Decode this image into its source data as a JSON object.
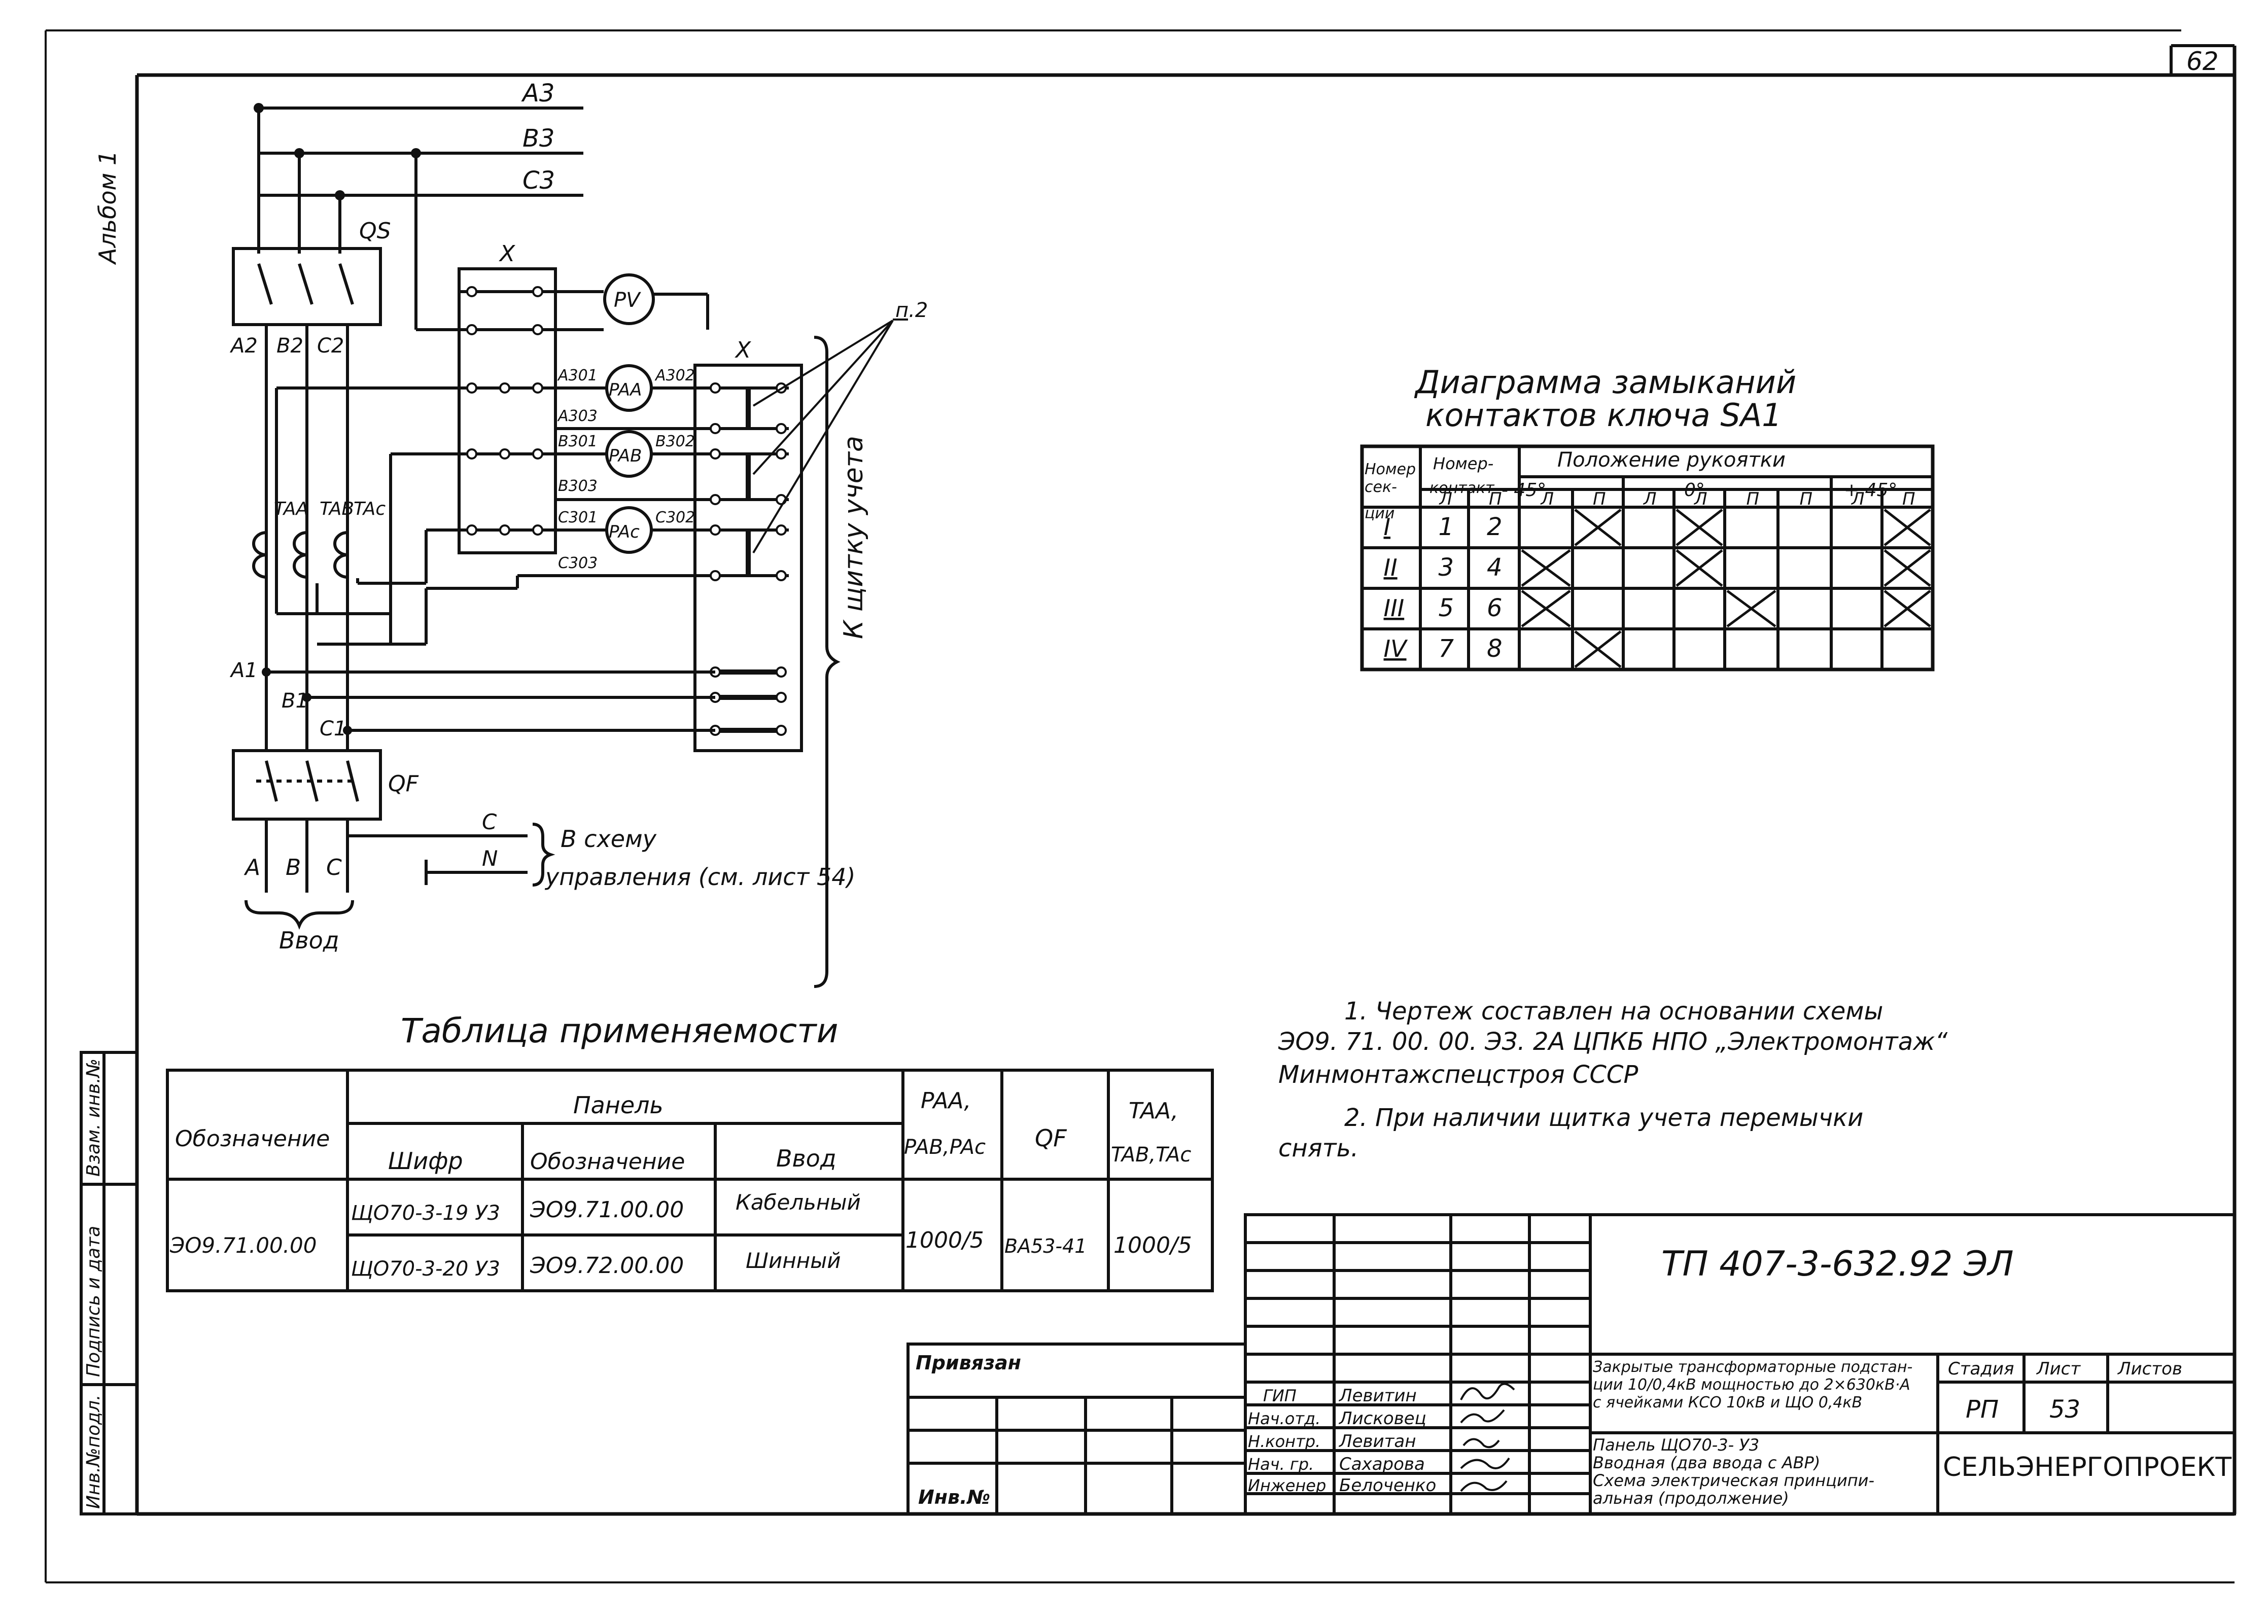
{
  "sheet_number": "62",
  "album_label": "Альбом 1",
  "diagram_labels": {
    "bus_a": "A3",
    "bus_b": "B3",
    "bus_c": "C3",
    "switch_qs": "QS",
    "qs_a": "A2",
    "qs_b": "B2",
    "qs_c": "C2",
    "terminal_x1": "X",
    "terminal_x2": "X",
    "voltmeter": "PV",
    "ammeter_a": "PAA",
    "ammeter_b": "PAB",
    "ammeter_c": "PAc",
    "ta_a": "TAA",
    "ta_b": "TAB",
    "ta_c": "TAc",
    "w_a301": "A301",
    "w_a302": "A302",
    "w_a303": "A303",
    "w_b301": "B301",
    "w_b302": "B302",
    "w_b303": "B303",
    "w_c301": "C301",
    "w_c302": "C302",
    "w_c303": "C303",
    "ref_p2": "п.2",
    "metering_panel": "К щитку учета",
    "node_a1": "A1",
    "node_b1": "B1",
    "node_c1": "C1",
    "breaker_qf": "QF",
    "in_a": "A",
    "in_b": "B",
    "in_c": "C",
    "input": "Ввод",
    "line_c": "C",
    "line_n": "N",
    "to_control_1": "В схему",
    "to_control_2": "управления (см. лист 54)"
  },
  "contact_diagram": {
    "title_line1": "Диаграмма  замыканий",
    "title_line2": "контактов  ключа  SA1",
    "hdr_section": [
      "Номер",
      "сек-",
      "ции"
    ],
    "hdr_contact": [
      "Номер-",
      "контакт"
    ],
    "hdr_position": "Положение  рукоятки",
    "positions": [
      "- 45°",
      "0°",
      "+ 45°"
    ],
    "col_letters": [
      "Л",
      "П",
      "Л",
      "П",
      "Л",
      "Л",
      "П",
      "П",
      "Л",
      "П"
    ],
    "rows": [
      {
        "section": "I",
        "c1": "1",
        "c2": "2",
        "x": [
          false,
          true,
          false,
          true,
          false,
          false,
          false,
          true
        ]
      },
      {
        "section": "II",
        "c1": "3",
        "c2": "4",
        "x": [
          true,
          false,
          false,
          true,
          false,
          false,
          false,
          true
        ]
      },
      {
        "section": "III",
        "c1": "5",
        "c2": "6",
        "x": [
          true,
          false,
          false,
          false,
          true,
          false,
          false,
          true
        ]
      },
      {
        "section": "IV",
        "c1": "7",
        "c2": "8",
        "x": [
          false,
          true,
          false,
          false,
          false,
          false,
          false,
          false
        ]
      }
    ]
  },
  "notes": {
    "n1_line1": "1. Чертеж  составлен  на  основании  схемы",
    "n1_line2": "ЭО9. 71. 00. 00. ЭЗ. 2А  ЦПКБ  НПО „Электромонтаж“",
    "n1_line3": "Минмонтажспецстроя  СССР",
    "n2_line1": "2. При  наличии  щитка  учета  перемычки",
    "n2_line2": "снять."
  },
  "applicability": {
    "title": "Таблица   применяемости",
    "h_designation": "Обозначение",
    "h_panel": "Панель",
    "h_code": "Шифр",
    "h_panel_designation": "Обозначение",
    "h_input": "Ввод",
    "h_pa_1": "PAA,",
    "h_pa_2": "PAB,PAc",
    "h_qf": "QF",
    "h_ta_1": "TAA,",
    "h_ta_2": "TAB,TAc",
    "designation": "ЭО9.71.00.00",
    "rows": [
      {
        "code": "ЩО70-3-19 У3",
        "panel": "ЭО9.71.00.00",
        "input": "Кабельный"
      },
      {
        "code": "ЩО70-3-20 У3",
        "panel": "ЭО9.72.00.00",
        "input": "Шинный"
      }
    ],
    "pa": "1000/5",
    "qf": "ВА53-41",
    "ta": "1000/5"
  },
  "title_block": {
    "doc_code": "ТП 407-3-632.92  ЭЛ",
    "tied": "Привязан",
    "inv_no": "Инв.№",
    "roles": [
      "ГИП",
      "Нач.отд.",
      "Н.контр.",
      "Нач. гр.",
      "Инженер"
    ],
    "names": [
      "Левитин",
      "Лисковец",
      "Левитан",
      "Сахарова",
      "Белоченко"
    ],
    "desc_1": "Закрытые трансформаторные подстан-",
    "desc_2": "ции 10/0,4кВ мощностью до 2×630кВ·А",
    "desc_3": "с ячейками КСО 10кВ и ЩО 0,4кВ",
    "desc_4": "Панель ЩО70-3-    У3",
    "desc_5": "Вводная (два ввода с АВР)",
    "desc_6": "Схема электрическая принципи-",
    "desc_7": "альная (продолжение)",
    "stage_label": "Стадия",
    "sheet_label": "Лист",
    "sheets_label": "Листов",
    "stage": "РП",
    "sheet": "53",
    "org": "СЕЛЬЭНЕРГОПРОЕКТ"
  },
  "side_stamp": {
    "inv_sub": "Инв.№подл.",
    "sign_date": "Подпись и дата",
    "replace_inv": "Взам. инв.№"
  }
}
